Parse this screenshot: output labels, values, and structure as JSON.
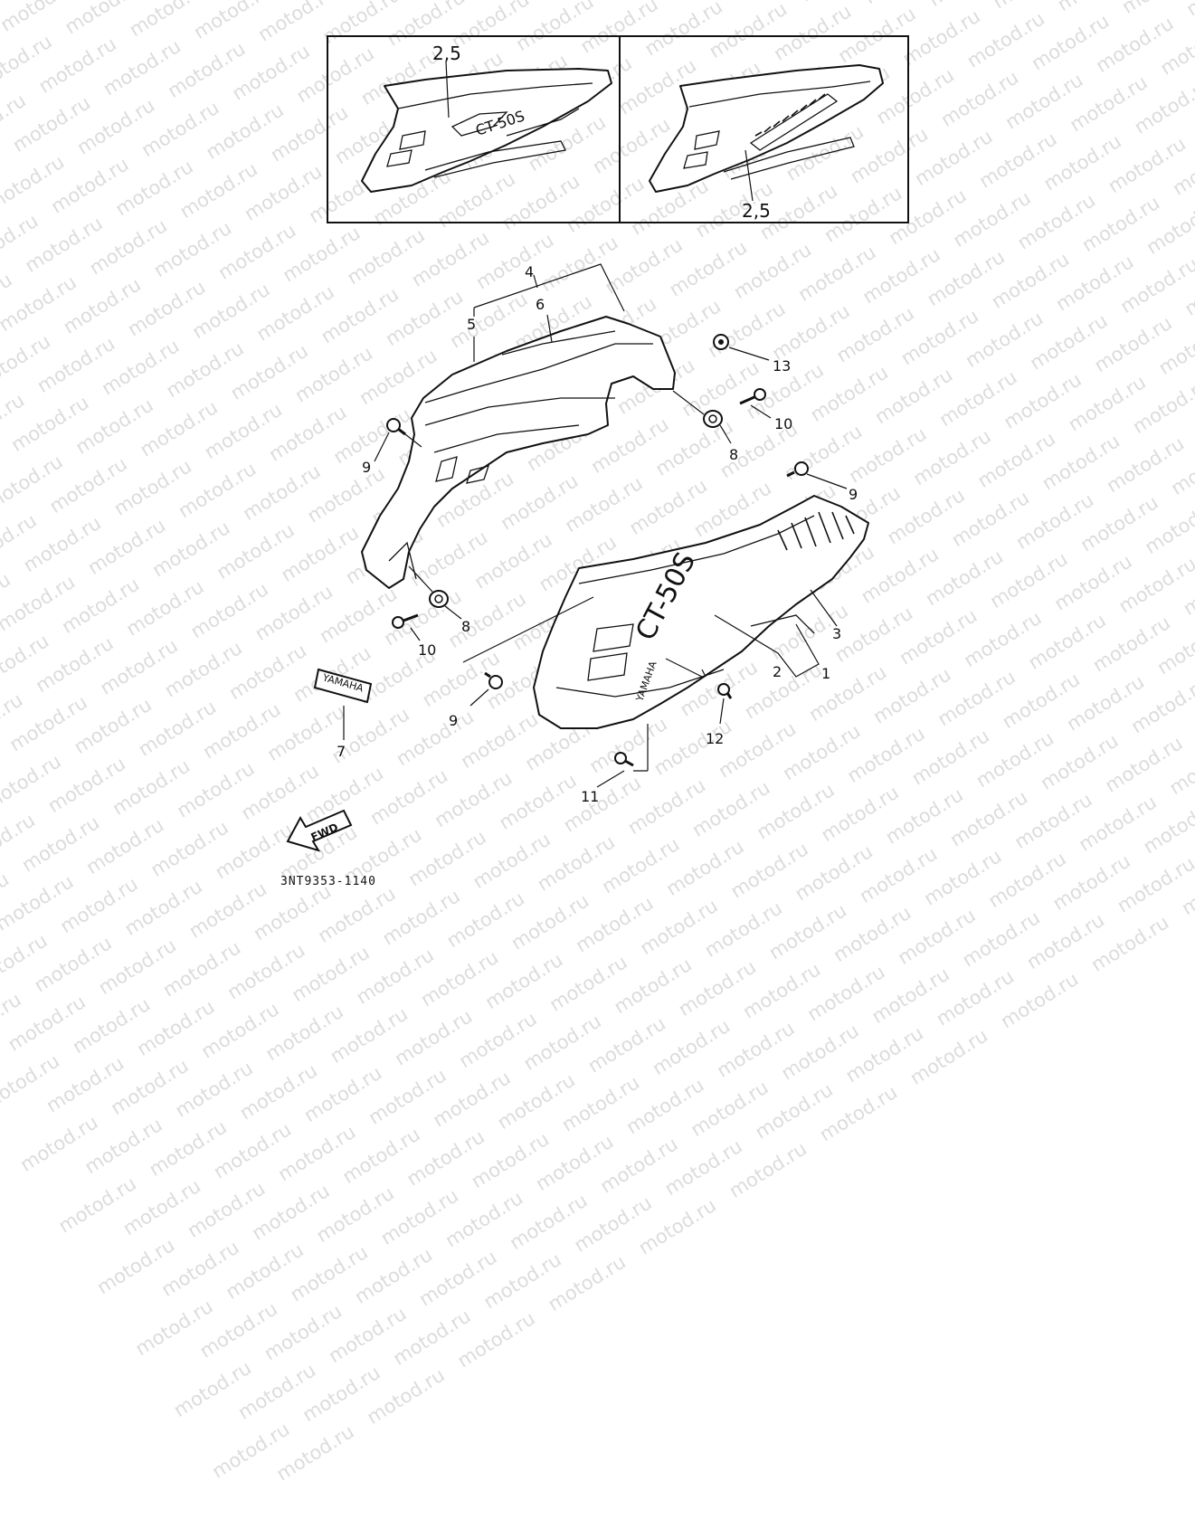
{
  "watermark": {
    "text": "motod.ru"
  },
  "insets": [
    {
      "label": "2,5"
    },
    {
      "label": "2,5"
    }
  ],
  "callouts": {
    "c1": "1",
    "c2": "2",
    "c3": "3",
    "c4": "4",
    "c5": "5",
    "c6": "6",
    "c7": "7",
    "c8a": "8",
    "c8b": "8",
    "c9a": "9",
    "c9b": "9",
    "c9c": "9",
    "c10a": "10",
    "c10b": "10",
    "c11": "11",
    "c12": "12",
    "c13": "13"
  },
  "decals": {
    "model": "CT-50S",
    "model_inset": "CT-50S",
    "brand_panel": "YAMAHA",
    "brand_emblem": "YAMAHA"
  },
  "fwd_arrow": "FWD",
  "diagram_code": "3NT9353-1140"
}
